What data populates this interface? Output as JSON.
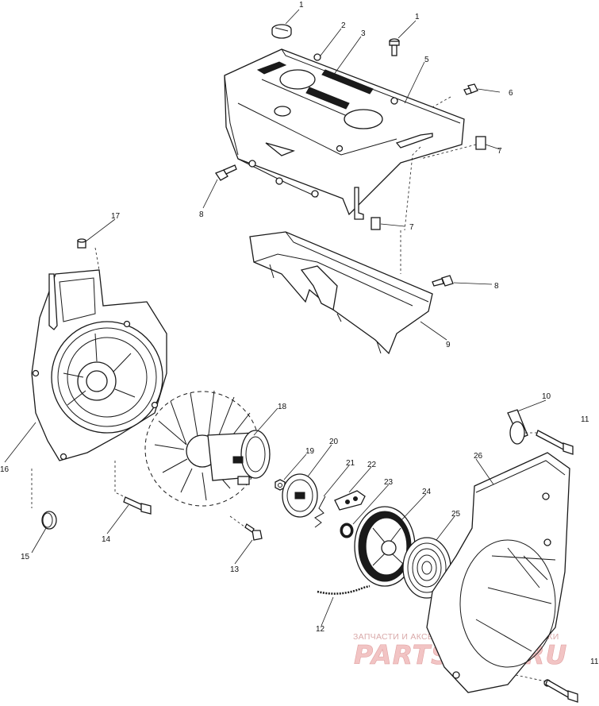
{
  "callouts": {
    "c1a": "1",
    "c1b": "1",
    "c2": "2",
    "c3": "3",
    "c5": "5",
    "c6": "6",
    "c7a": "7",
    "c7b": "7",
    "c8a": "8",
    "c8b": "8",
    "c9": "9",
    "c10": "10",
    "c11a": "11",
    "c11b": "11",
    "c12": "12",
    "c13": "13",
    "c14": "14",
    "c15": "15",
    "c16": "16",
    "c17": "17",
    "c18": "18",
    "c19": "19",
    "c20": "20",
    "c21": "21",
    "c22": "22",
    "c23": "23",
    "c24": "24",
    "c25": "25",
    "c26": "26"
  },
  "watermark": {
    "caption": "ЗАПЧАСТИ И АКСЕССУАРЫ ДЛЯ МОТОТЕХНИКИ",
    "logo": "PARTSFOR.RU"
  }
}
